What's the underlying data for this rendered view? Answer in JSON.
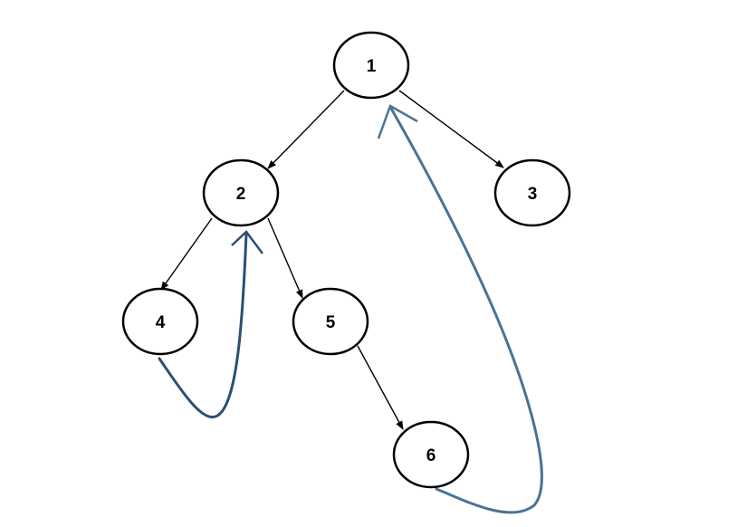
{
  "diagram": {
    "nodes": [
      {
        "id": "n1",
        "label": "1"
      },
      {
        "id": "n2",
        "label": "2"
      },
      {
        "id": "n3",
        "label": "3"
      },
      {
        "id": "n4",
        "label": "4"
      },
      {
        "id": "n5",
        "label": "5"
      },
      {
        "id": "n6",
        "label": "6"
      }
    ],
    "edges": [
      {
        "from": "1",
        "to": "2"
      },
      {
        "from": "1",
        "to": "3"
      },
      {
        "from": "2",
        "to": "4"
      },
      {
        "from": "2",
        "to": "5"
      },
      {
        "from": "5",
        "to": "6"
      }
    ],
    "back_links": [
      {
        "from": "4",
        "to": "2"
      },
      {
        "from": "6",
        "to": "1"
      }
    ]
  },
  "colors": {
    "node_stroke": "#000000",
    "edge": "#000000",
    "back_link_4_2": "#2b4f74",
    "back_link_6_1": "#4a7396"
  }
}
